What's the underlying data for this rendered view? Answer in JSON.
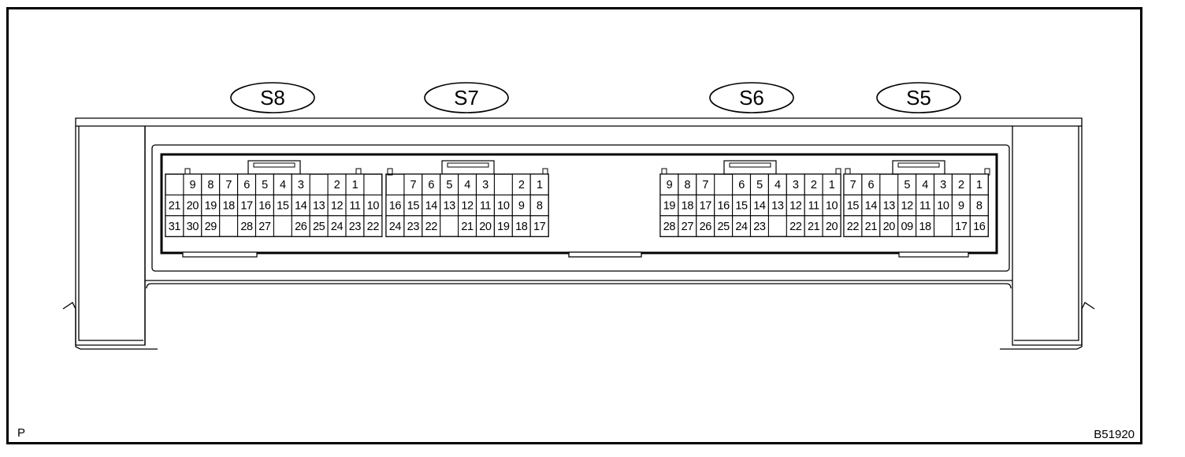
{
  "figure": {
    "corner_left": "P",
    "corner_right": "B51920"
  },
  "connectors": [
    {
      "id": "S8",
      "label": "S8",
      "rows": [
        [
          "",
          "9",
          "8",
          "7",
          "6",
          "5",
          "4",
          "3",
          "",
          "2",
          "1"
        ],
        [
          "21",
          "20",
          "19",
          "18",
          "17",
          "16",
          "15",
          "14",
          "13",
          "12",
          "11",
          "10"
        ],
        [
          "31",
          "30",
          "29",
          "",
          "28",
          "27",
          "",
          "26",
          "25",
          "24",
          "23",
          "22"
        ]
      ]
    },
    {
      "id": "S7",
      "label": "S7",
      "rows": [
        [
          "",
          "7",
          "6",
          "5",
          "4",
          "3",
          "",
          "2",
          "1"
        ],
        [
          "16",
          "15",
          "14",
          "13",
          "12",
          "11",
          "10",
          "9",
          "8"
        ],
        [
          "24",
          "23",
          "22",
          "",
          "21",
          "20",
          "19",
          "18",
          "17"
        ]
      ]
    },
    {
      "id": "S6",
      "label": "S6",
      "rows": [
        [
          "9",
          "8",
          "7",
          "",
          "6",
          "5",
          "4",
          "3",
          "2",
          "1"
        ],
        [
          "19",
          "18",
          "17",
          "16",
          "15",
          "14",
          "13",
          "12",
          "11",
          "10"
        ],
        [
          "28",
          "27",
          "26",
          "25",
          "24",
          "23",
          "",
          "22",
          "21",
          "20"
        ]
      ]
    },
    {
      "id": "S5",
      "label": "S5",
      "rows": [
        [
          "7",
          "6",
          "",
          "5",
          "4",
          "3",
          "2",
          "1"
        ],
        [
          "15",
          "14",
          "13",
          "12",
          "11",
          "10",
          "9",
          "8"
        ],
        [
          "22",
          "21",
          "20",
          "09",
          "18",
          "",
          "17",
          "16"
        ]
      ]
    }
  ]
}
